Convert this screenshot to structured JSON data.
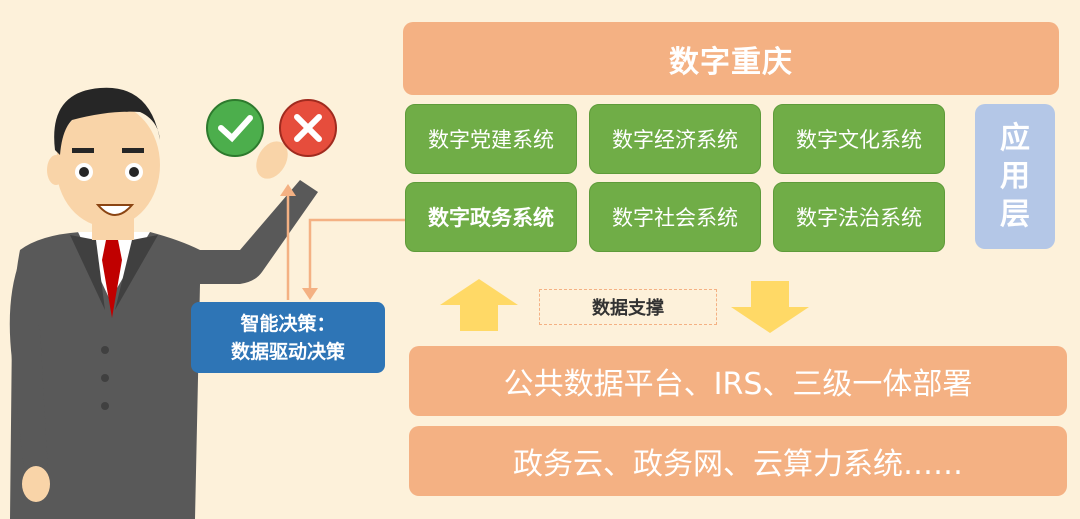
{
  "title": "数字重庆",
  "systems": [
    {
      "label": "数字党建系统"
    },
    {
      "label": "数字经济系统"
    },
    {
      "label": "数字文化系统"
    },
    {
      "label": "数字政务系统"
    },
    {
      "label": "数字社会系统"
    },
    {
      "label": "数字法治系统"
    }
  ],
  "layer_label": [
    "应",
    "用",
    "层"
  ],
  "support_label": "数据支撑",
  "platform_layer": "公共数据平台、IRS、三级一体部署",
  "infra_layer": "政务云、政务网、云算力系统……",
  "decision": {
    "line1": "智能决策：",
    "line2": "数据驱动决策"
  },
  "icons": [
    "check-icon",
    "cross-icon",
    "person-illustration",
    "arrow-up-icon",
    "arrow-down-icon"
  ],
  "colors": {
    "background": "#fdf1da",
    "orange": "#f4b183",
    "green": "#70ad47",
    "blue": "#2e75b6",
    "lightblue": "#b4c7e7",
    "arrow": "#ffd966"
  }
}
